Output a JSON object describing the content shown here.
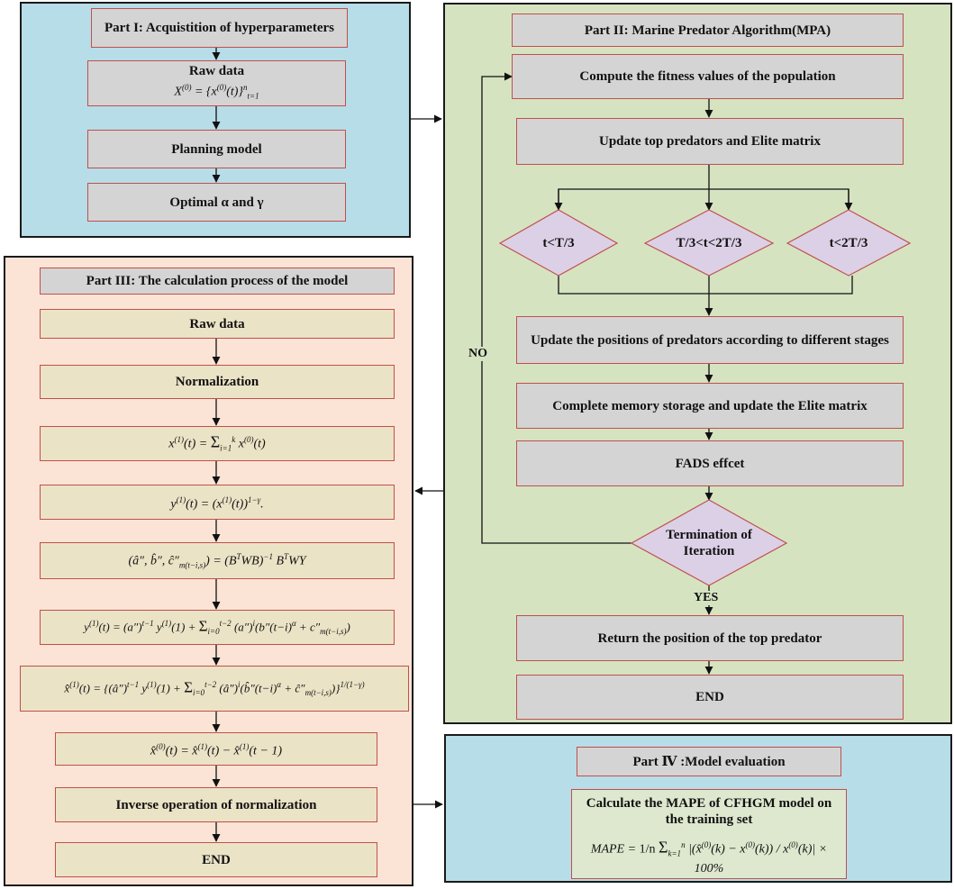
{
  "part1": {
    "title": "Part I: Acquistition of hyperparameters",
    "raw_data": "Raw data",
    "raw_data_formula": "X(0) = {x(0)(t)}n t=1",
    "planning": "Planning model",
    "optimal": "Optimal α and γ"
  },
  "part2": {
    "title": "Part II: Marine Predator Algorithm(MPA)",
    "fitness": "Compute the fitness values of the population",
    "update_top": "Update top predators and Elite matrix",
    "cond1": "t<T/3",
    "cond2": "T/3<t<2T/3",
    "cond3": "t<2T/3",
    "update_positions": "Update the positions of predators according to different stages",
    "memory": "Complete memory storage and update the Elite matrix",
    "fads": "FADS effcet",
    "termination": "Termination of Iteration",
    "no": "NO",
    "yes": "YES",
    "return_pos": "Return the position of the top predator",
    "end": "END"
  },
  "part3": {
    "title": "Part III: The calculation process of the model",
    "raw_data": "Raw data",
    "normalization": "Normalization",
    "f1": "x(1)(t) = Σ_{i=1}^{k} x(0)(t)",
    "f2": "y(1)(t) = (x(1)(t))^(1−γ).",
    "f3": "(â″, b̂″, ĉ″m(t−i,s)) = (BᵀWB)⁻¹ BᵀWY",
    "f4": "y(1)(t) = (a″)^(t−1) y(1)(1) + Σ_{i=0}^{t−2} (a″)^i (b″(t−i)^α + c″m(t−i,s))",
    "f5": "x̂(1)(t) = {(â″)^(t−1) y(1)(1) + Σ_{i=0}^{t−2} (â″)^i (b̂″(t−i)^α + ĉ″m(t−i,s))}^(1/(1−γ))",
    "f6": "x̂(0)(t) = x̂(1)(t) − x̂(1)(t−1)",
    "inverse": "Inverse operation of normalization",
    "end": "END"
  },
  "part4": {
    "title": "Part Ⅳ :Model evaluation",
    "calc": "Calculate the MAPE of CFHGM model on the training set",
    "formula": "MAPE = (1/n) Σ_{k=1}^{n} |(x̂(0)(k) − x(0)(k)) / x(0)(k)| × 100%"
  },
  "colors": {
    "part1_bg": "#b7dde8",
    "part2_bg": "#d6e3c1",
    "part3_bg": "#fbe4d5",
    "part4_bg": "#b7dde8",
    "box_border": "#c0504d",
    "diamond_fill": "#dcd0e6"
  }
}
